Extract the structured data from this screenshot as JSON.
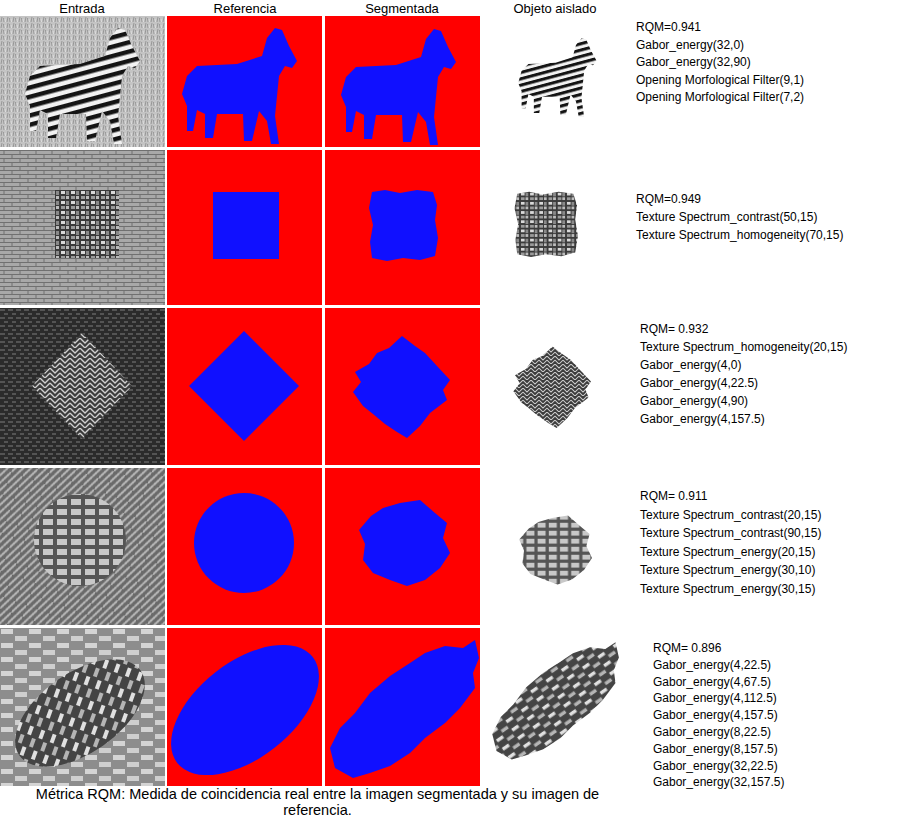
{
  "diagram": {
    "caption": "Métrica RQM: Medida de coincidencia real entre la imagen segmentada y su imagen de referencia.",
    "labels": [
      "Entrada",
      "Referencia",
      "Segmentada",
      "Objeto aislado",
      "RQM=0.941",
      "Gabor_energy(32,0)",
      "Gabor_energy(32,90)",
      "Opening Morfological Filter(9,1)",
      "Opening Morfological Filter(7,2)",
      "RQM=0.949",
      "Texture Spectrum_contrast(50,15)",
      "Texture Spectrum_homogeneity(70,15)",
      "RQM= 0.932",
      "Texture Spectrum_homogeneity(20,15)",
      "Gabor_energy(4,0)",
      "Gabor_energy(4,22.5)",
      "Gabor_energy(4,90)",
      "Gabor_energy(4,157.5)",
      "RQM= 0.911",
      "Texture Spectrum_contrast(20,15)",
      "Texture Spectrum_contrast(90,15)",
      "Texture Spectrum_energy(20,15)",
      "Texture Spectrum_energy(30,10)",
      "Texture Spectrum_energy(30,15)",
      "RQM= 0.896",
      "Gabor_energy(4,22.5)",
      "Gabor_energy(4,67.5)",
      "Gabor_energy(4,112.5)",
      "Gabor_energy(4,157.5)",
      "Gabor_energy(8,22.5)",
      "Gabor_energy(8,157.5)",
      "Gabor_energy(32,22.5)",
      "Gabor_energy(32,157.5)"
    ]
  }
}
